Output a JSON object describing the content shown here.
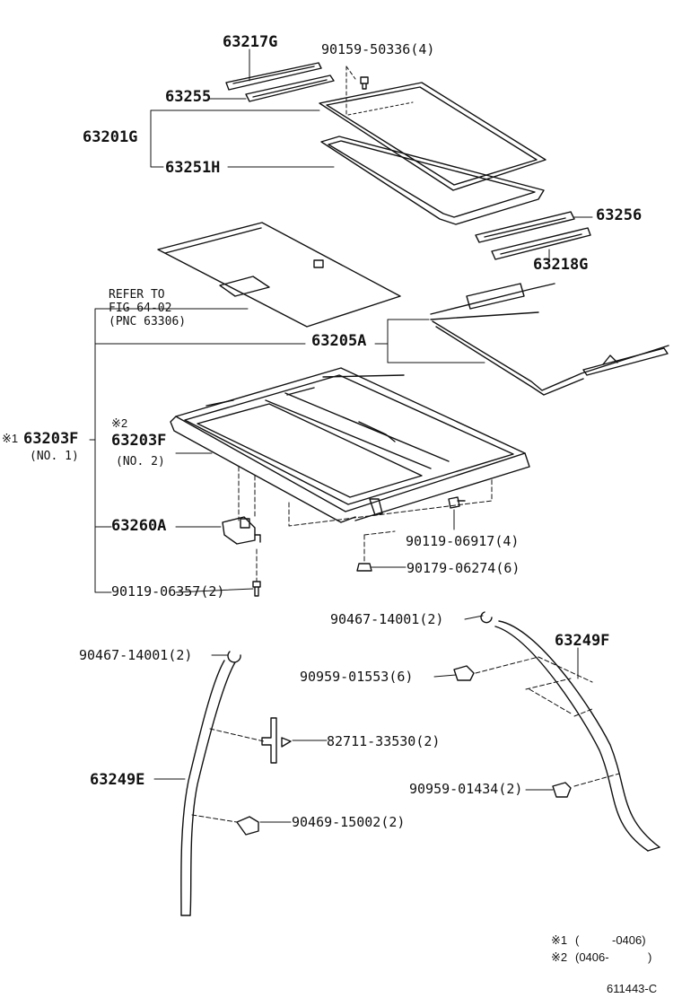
{
  "parts": {
    "p63217G": "63217G",
    "p90159": "90159-50336(4)",
    "p63255": "63255",
    "p63201G": "63201G",
    "p63251H": "63251H",
    "p63256": "63256",
    "p63218G": "63218G",
    "refer1": "REFER TO",
    "refer2": "FIG 64-02",
    "refer3": "(PNC 63306)",
    "p63205A": "63205A",
    "mark1": "※1",
    "p63203F_1": "63203F",
    "no1": "(NO. 1)",
    "mark2": "※2",
    "p63203F_2": "63203F",
    "no2": "(NO. 2)",
    "p63260A": "63260A",
    "p90119_06917": "90119-06917(4)",
    "p90179": "90179-06274(6)",
    "p90119_06357": "90119-06357(2)",
    "p90467_right": "90467-14001(2)",
    "p63249F": "63249F",
    "p90467_left": "90467-14001(2)",
    "p90959_01553": "90959-01553(6)",
    "p82711": "82711-33530(2)",
    "p63249E": "63249E",
    "p90959_01434": "90959-01434(2)",
    "p90469": "90469-15002(2)"
  },
  "notes": {
    "n1_mark": "※1",
    "n1_open": "(",
    "n1_val": "-0406)",
    "n2_mark": "※2",
    "n2_val": "(0406-",
    "n2_close": ")"
  },
  "figure_id": "611443-C"
}
